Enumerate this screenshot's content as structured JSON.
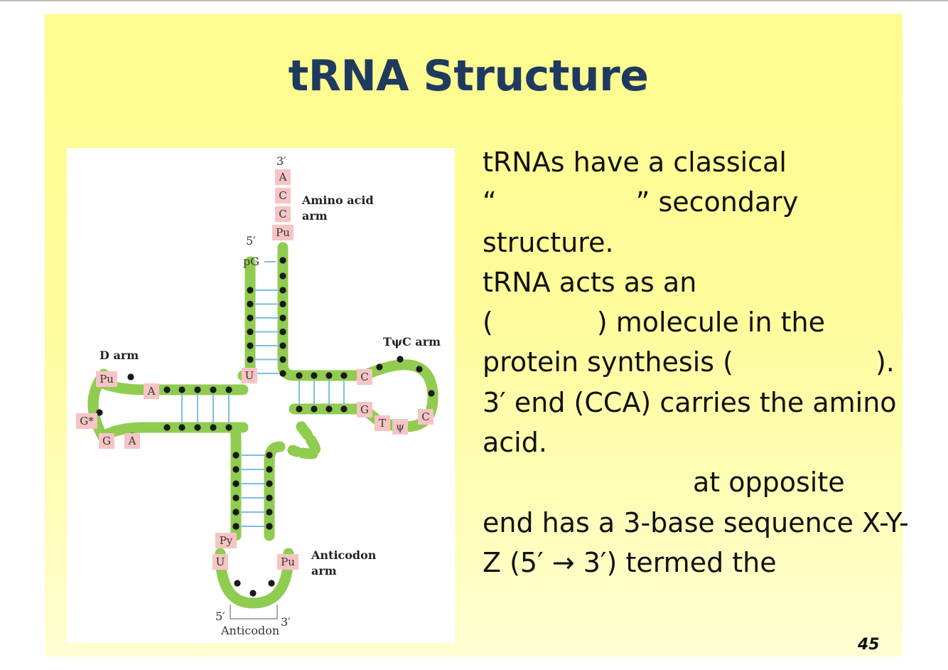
{
  "slide": {
    "title": "tRNA Structure",
    "page_number": "45",
    "text_lines": [
      "tRNAs have a classical",
      "“",
      "” secondary",
      "structure.",
      "tRNA acts as an",
      "(",
      ") molecule in the",
      "protein synthesis (",
      ").",
      "3′ end (CCA) carries the amino",
      "acid.",
      "at opposite",
      "end has a 3-base sequence X-Y-",
      "Z (5′ → 3′) termed the"
    ]
  },
  "diagram": {
    "labels": {
      "three_prime_top": "3′",
      "amino_acid_arm": "Amino acid",
      "amino_acid_arm_2": "arm",
      "five_prime": "5′",
      "pG": "pG",
      "d_arm": "D arm",
      "tpsic_arm": "TψC arm",
      "anticodon_arm": "Anticodon",
      "anticodon_arm_2": "arm",
      "anticodon_5": "5′",
      "anticodon_3": "3′",
      "anticodon": "Anticodon"
    },
    "bases": {
      "acc_A": "A",
      "acc_C1": "C",
      "acc_C2": "C",
      "acc_Pu": "Pu",
      "d_Pu": "Pu",
      "d_A1": "A",
      "d_Gstar": "G*",
      "d_G": "G",
      "d_A2": "A",
      "u_junction": "U",
      "t_C1": "C",
      "t_G": "G",
      "t_T": "T",
      "t_psi": "ψ",
      "t_C2": "C",
      "ac_Py": "Py",
      "ac_U": "U",
      "ac_Pu": "Pu"
    },
    "colors": {
      "backbone": "#8fcc4f",
      "base_box": "#f6c4c4",
      "pair_line": "#7fbfe0",
      "nucleotide": "#1a1a1a"
    }
  }
}
